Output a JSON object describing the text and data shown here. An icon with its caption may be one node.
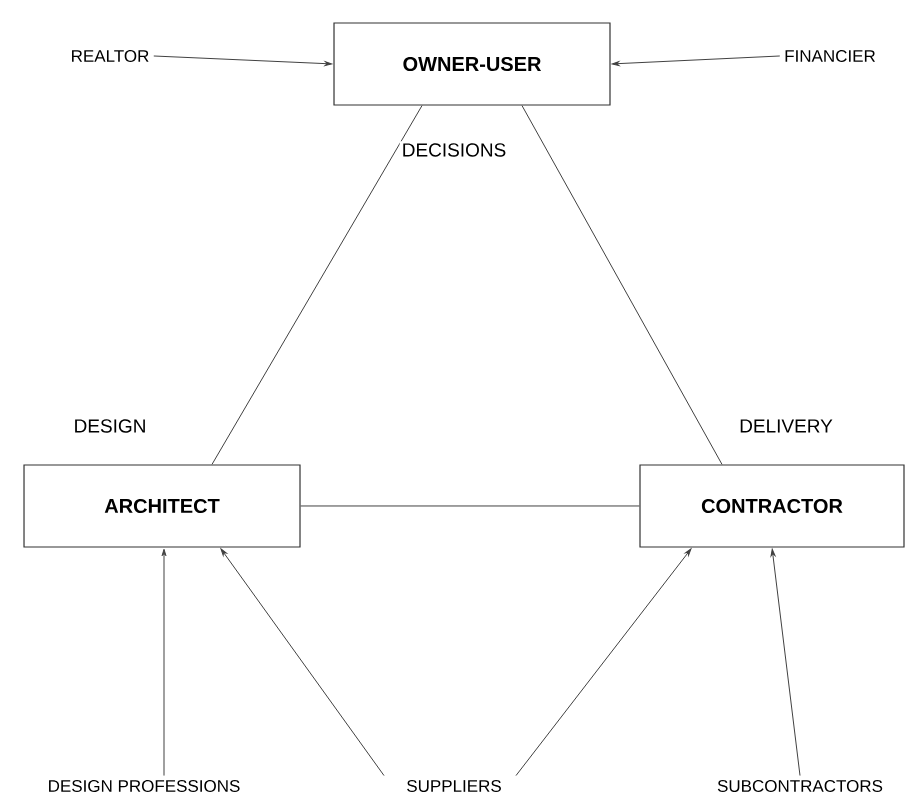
{
  "diagram": {
    "nodes": [
      {
        "text": [
          "OWNER-USER"
        ]
      },
      {
        "text": [
          "REALTOR"
        ]
      },
      {
        "text": [
          "FINANCIER"
        ]
      },
      {
        "text": [
          "ARCHITECT"
        ]
      },
      {
        "text": [
          "CONTRACTOR"
        ]
      },
      {
        "text": [
          "DESIGN PROFESSIONS"
        ]
      },
      {
        "text": [
          "SUPPLIERS"
        ]
      },
      {
        "text": [
          "SUBCONTRACTORS"
        ]
      }
    ],
    "edges": [
      {
        "from": 1,
        "to": 0,
        "arrow": "to"
      },
      {
        "from": 2,
        "to": 0,
        "arrow": "to"
      },
      {
        "from": 0,
        "to": 3,
        "arrow": "none"
      },
      {
        "from": 0,
        "to": 4,
        "arrow": "none"
      },
      {
        "from": 3,
        "to": 4,
        "arrow": "none"
      },
      {
        "from": 5,
        "to": 3,
        "arrow": "to"
      },
      {
        "from": 6,
        "to": 3,
        "arrow": "to"
      },
      {
        "from": 6,
        "to": 4,
        "arrow": "to"
      },
      {
        "from": 7,
        "to": 4,
        "arrow": "to"
      }
    ],
    "labels": [
      "DECISIONS",
      "DESIGN",
      "DELIVERY"
    ]
  }
}
